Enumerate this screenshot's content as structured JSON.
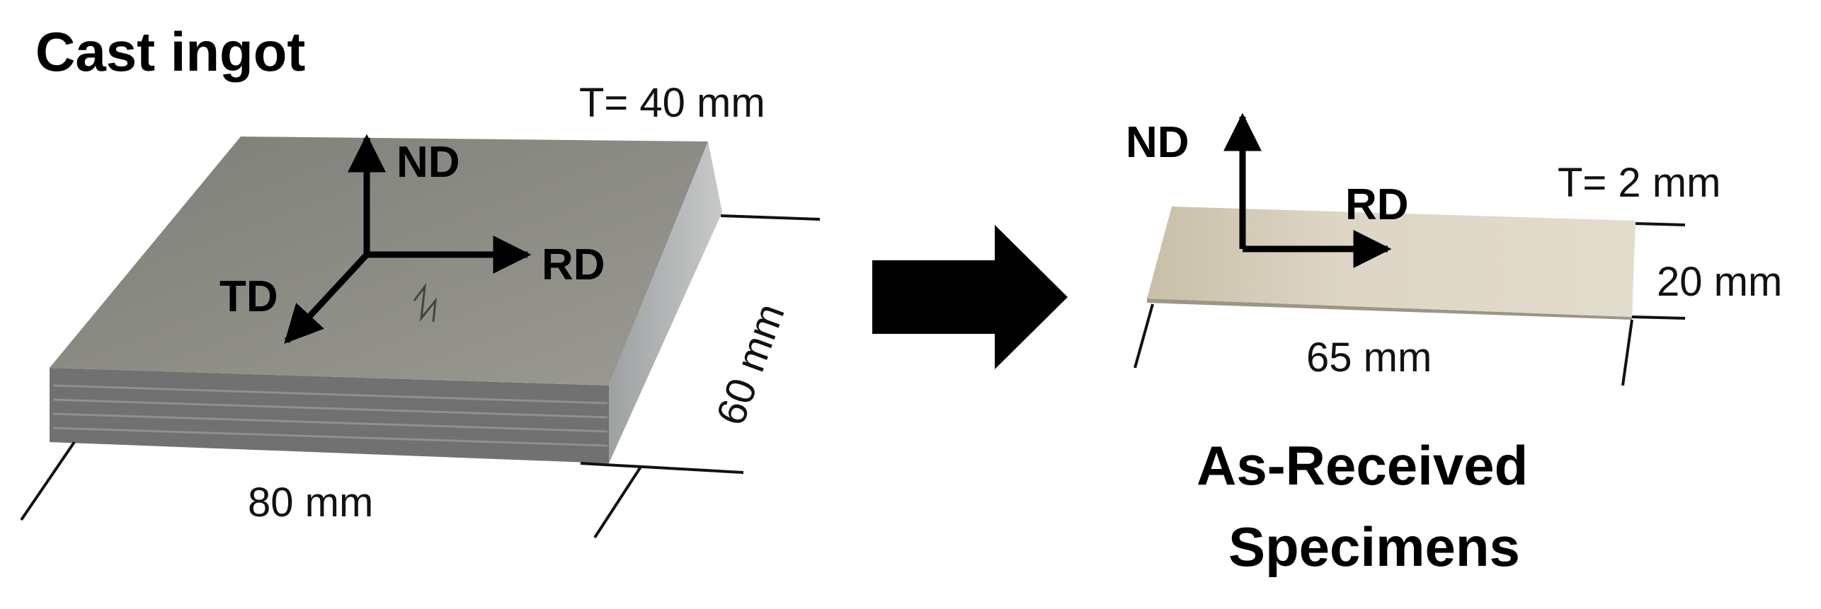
{
  "left": {
    "title": "Cast ingot",
    "thickness": "T= 40 mm",
    "length": "80 mm",
    "width": "60 mm",
    "axes": {
      "nd": "ND",
      "rd": "RD",
      "td": "TD"
    }
  },
  "right": {
    "title_line1": "As-Received",
    "title_line2": "Specimens",
    "thickness": "T= 2 mm",
    "length": "65 mm",
    "width": "20 mm",
    "axes": {
      "nd": "ND",
      "rd": "RD"
    }
  },
  "colors": {
    "ingot_top": "#8a8a82",
    "ingot_side": "#a4a7a8",
    "ingot_front": "#6f706c",
    "plate": "#d8d1c2",
    "arrow": "#000000"
  }
}
